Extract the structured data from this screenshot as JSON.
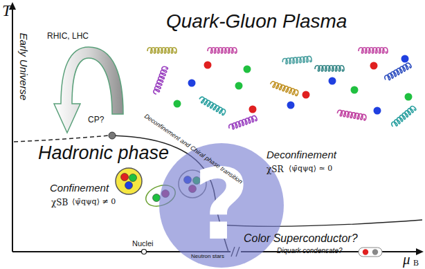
{
  "diagram": {
    "nodes": [
      {
        "text": [
          "?"
        ]
      }
    ],
    "labels": [
      "T",
      "Quark-Gluon Plasma",
      "RHIC, LHC",
      "Early Universe",
      "CP?",
      "Deconfinement and Chiral phase transition",
      "Hadronic phase",
      "Deconfinement",
      "χSR",
      "⟨ψ̄qψq⟩ ≃ 0",
      "Confinement",
      "χSB",
      "⟨ψ̄qψq⟩ ≠ 0",
      "Color Superconductor?",
      "Nuclei",
      "Diquark condensate?",
      "Neutron stars",
      "μ",
      "B"
    ]
  }
}
